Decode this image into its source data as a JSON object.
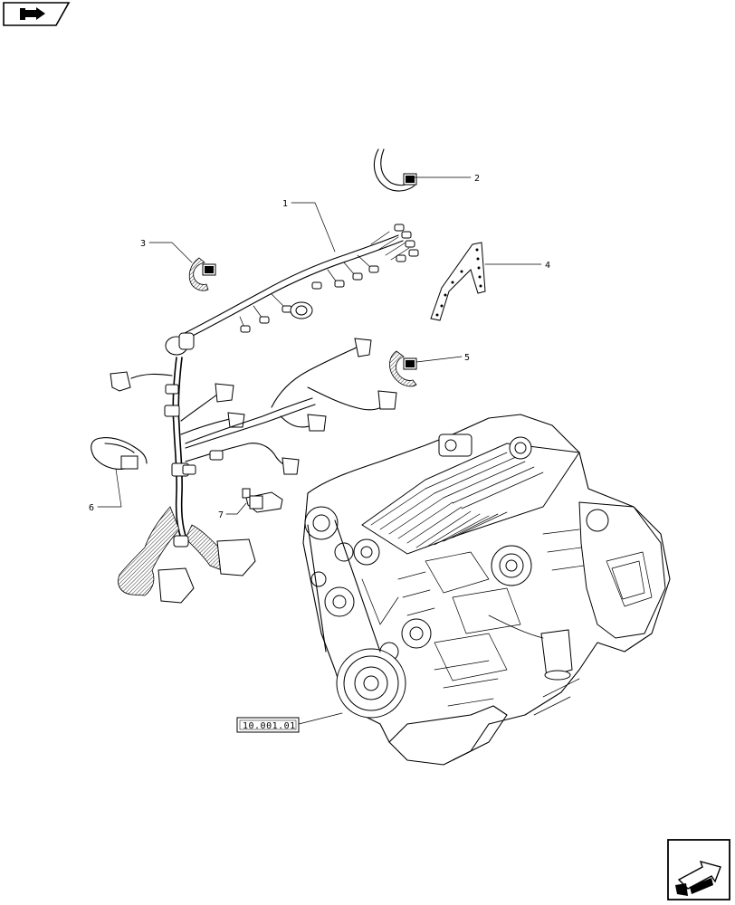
{
  "nav": {
    "top_icon": "book-arrow-icon",
    "bottom_icon": "next-page-arrow-icon"
  },
  "callouts": {
    "c1": "1",
    "c2": "2",
    "c3": "3",
    "c4": "4",
    "c5": "5",
    "c6": "6",
    "c7": "7"
  },
  "reference": {
    "engine_ref": "10.001.01"
  }
}
